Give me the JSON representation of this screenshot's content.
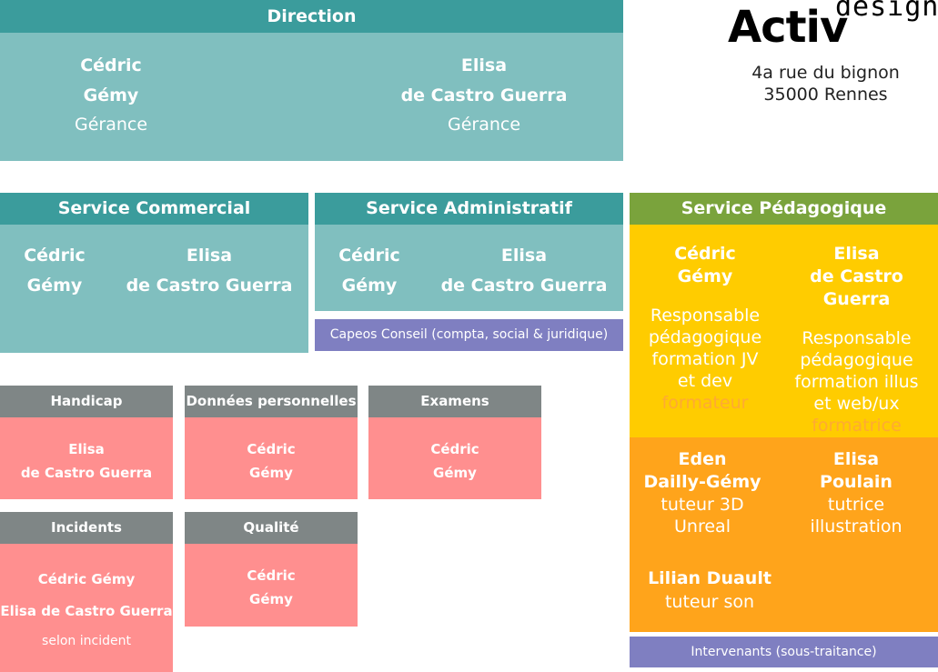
{
  "logo": {
    "main": "Activ",
    "sub": "design"
  },
  "address": {
    "line1": "4a rue du bignon",
    "line2": "35000 Rennes"
  },
  "direction": {
    "title": "Direction",
    "people": [
      {
        "first": "Cédric",
        "last": "Gémy",
        "role": "Gérance"
      },
      {
        "first": "Elisa",
        "last": "de Castro Guerra",
        "role": "Gérance"
      }
    ]
  },
  "commercial": {
    "title": "Service Commercial",
    "people": [
      {
        "first": "Cédric",
        "last": "Gémy"
      },
      {
        "first": "Elisa",
        "last": "de Castro Guerra"
      }
    ]
  },
  "administratif": {
    "title": "Service Administratif",
    "people": [
      {
        "first": "Cédric",
        "last": "Gémy"
      },
      {
        "first": "Elisa",
        "last": "de Castro Guerra"
      }
    ],
    "external": "Capeos Conseil (compta, social & juridique)"
  },
  "pedagogique": {
    "title": "Service Pédagogique",
    "leads": [
      {
        "first": "Cédric",
        "last": "Gémy",
        "role_lines": [
          "Responsable",
          "pédagogique",
          "formation JV",
          "et dev"
        ],
        "sub_role": "formateur"
      },
      {
        "first": "Elisa",
        "last": "de Castro Guerra",
        "role_lines": [
          "Responsable",
          "pédagogique",
          "formation illus",
          "et web/ux"
        ],
        "sub_role": "formatrice"
      }
    ],
    "tutors": [
      {
        "first": "Eden",
        "last": "Dailly-Gémy",
        "role_lines": [
          "tuteur 3D",
          "Unreal"
        ]
      },
      {
        "first": "Elisa",
        "last": "Poulain",
        "role_lines": [
          "tutrice",
          "illustration"
        ]
      },
      {
        "name": "Lilian Duault",
        "role": "tuteur son"
      }
    ],
    "external": "Intervenants (sous-traitance)"
  },
  "handicap": {
    "title": "Handicap",
    "lines": [
      "Elisa",
      "de Castro Guerra"
    ]
  },
  "donnees": {
    "title": "Données personnelles",
    "lines": [
      "Cédric",
      "Gémy"
    ]
  },
  "examens": {
    "title": "Examens",
    "lines": [
      "Cédric",
      "Gémy"
    ]
  },
  "incidents": {
    "title": "Incidents",
    "lines": [
      "Cédric Gémy",
      "Elisa de Castro Guerra"
    ],
    "note": "selon incident"
  },
  "qualite": {
    "title": "Qualité",
    "lines": [
      "Cédric",
      "Gémy"
    ]
  },
  "colors": {
    "teal_header": "#3b9c9c",
    "teal_body": "#80bfbf",
    "green_header": "#7aa33c",
    "yellow": "#ffcc00",
    "orange": "#ffa41b",
    "grey_header": "#7f8686",
    "pink": "#ff8f8f",
    "purple": "#7f7fc1",
    "formateur_text": "#ffaa33"
  }
}
